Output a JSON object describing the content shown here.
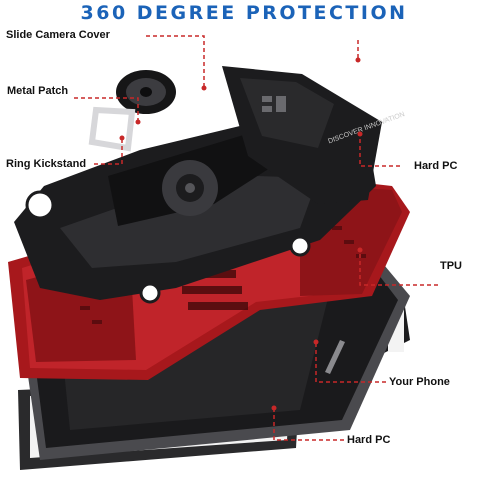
{
  "headline": "360 DEGREE PROTECTION",
  "callouts": {
    "slide_camera_cover": "Slide Camera Cover",
    "metal_patch": "Metal Patch",
    "ring_kickstand": "Ring Kickstand",
    "hard_pc_top": "Hard PC",
    "tpu": "TPU",
    "your_phone": "Your Phone",
    "hard_pc_bottom": "Hard PC"
  },
  "lens_cover_text": "DISCOVER INNOVATION",
  "colors": {
    "headline": "#1b63b8",
    "leader": "#c82828",
    "case_red": "#a7181c",
    "case_black": "#1c1c1e"
  },
  "icons": [
    "lens-slider-icon",
    "ring-kickstand-icon",
    "gear-icon"
  ]
}
